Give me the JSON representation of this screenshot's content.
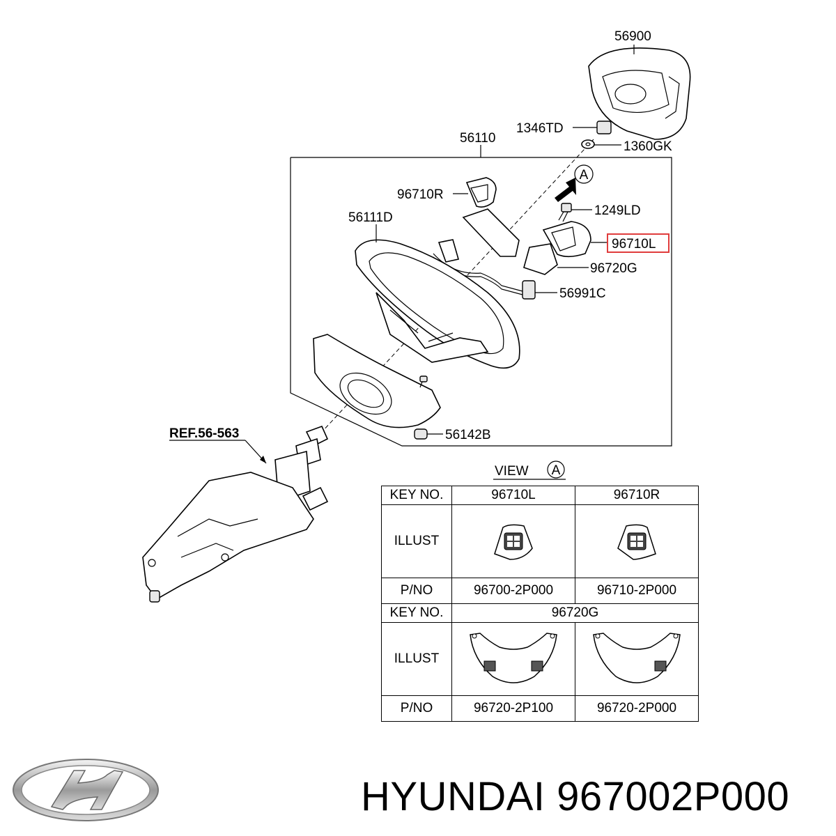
{
  "callouts": {
    "airbag": "56900",
    "nut": "1346TD",
    "washer": "1360GK",
    "wheel_assy": "56110",
    "switch_right": "96710R",
    "bolt": "1249LD",
    "wheel_body": "56111D",
    "switch_left": "96710L",
    "bezel": "96720G",
    "harness": "56991C",
    "damper": "56142B",
    "column_ref": "REF.56-563",
    "view_marker": "A"
  },
  "view": {
    "label": "VIEW",
    "marker": "A"
  },
  "table": {
    "key_label": "KEY NO.",
    "illust_label": "ILLUST",
    "pno_label": "P/NO",
    "switches": {
      "col1_key": "96710L",
      "col2_key": "96710R",
      "col1_pno": "96700-2P000",
      "col2_pno": "96710-2P000"
    },
    "bezels": {
      "key": "96720G",
      "col1_pno": "96720-2P100",
      "col2_pno": "96720-2P000"
    }
  },
  "footer": {
    "brand": "HYUNDAI",
    "part_number": "967002P000"
  },
  "highlight_color": "#e03c3c"
}
